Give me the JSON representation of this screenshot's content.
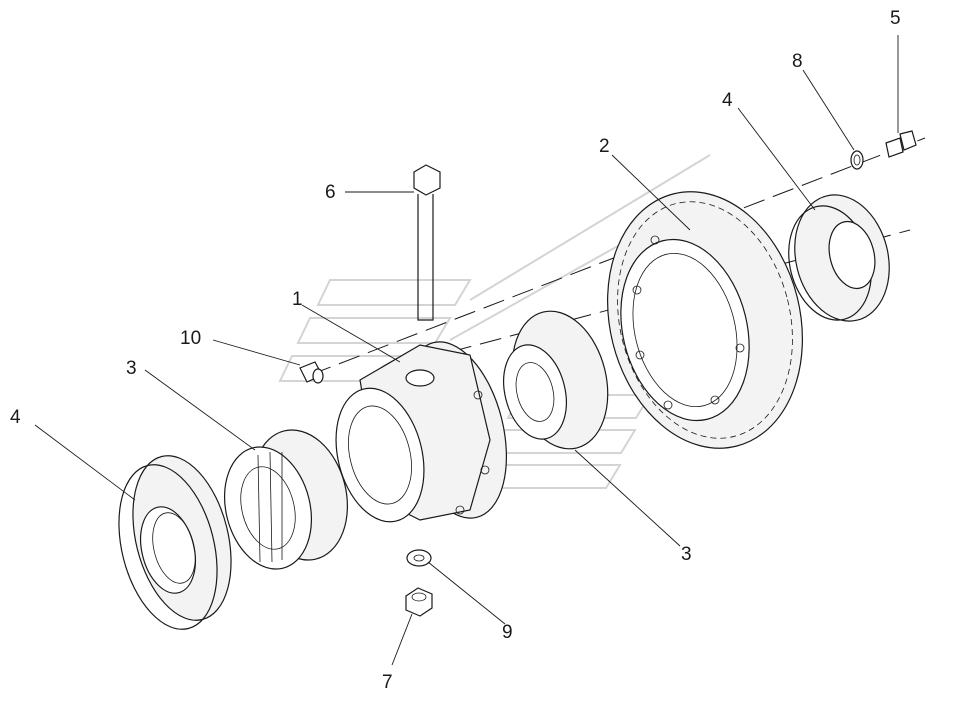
{
  "callouts": [
    {
      "id": "c1",
      "text": "1"
    },
    {
      "id": "c2",
      "text": "2"
    },
    {
      "id": "c3a",
      "text": "3"
    },
    {
      "id": "c3b",
      "text": "3"
    },
    {
      "id": "c4a",
      "text": "4"
    },
    {
      "id": "c4b",
      "text": "4"
    },
    {
      "id": "c5",
      "text": "5"
    },
    {
      "id": "c6",
      "text": "6"
    },
    {
      "id": "c7",
      "text": "7"
    },
    {
      "id": "c8",
      "text": "8"
    },
    {
      "id": "c9",
      "text": "9"
    },
    {
      "id": "c10",
      "text": "10"
    }
  ]
}
